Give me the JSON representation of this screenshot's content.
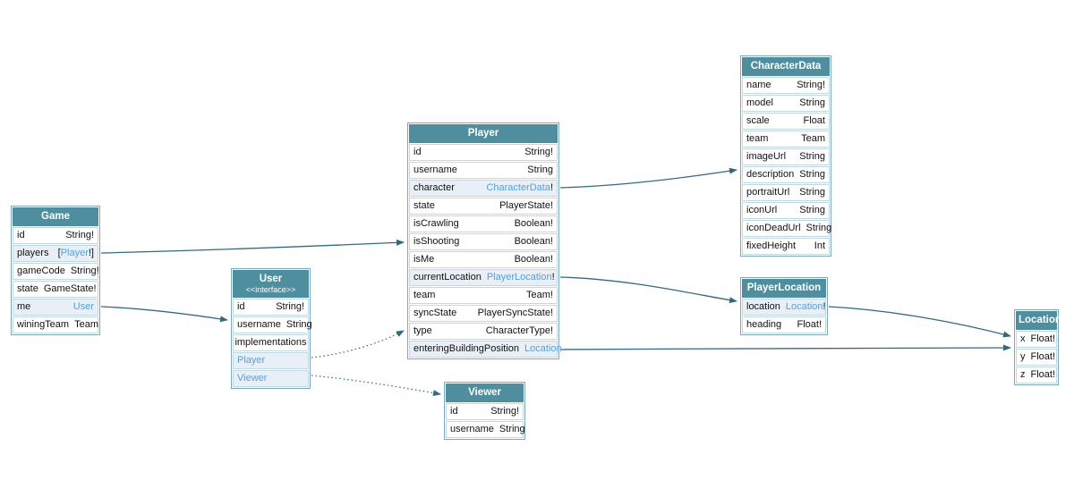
{
  "colors": {
    "header_bg": "#4e8e9e",
    "link_text": "#57a0d9",
    "edge": "#33697e",
    "highlight_row_bg": "#e8eff6"
  },
  "types": {
    "game": {
      "title": "Game",
      "rows": [
        {
          "name": "id",
          "type": "String!"
        },
        {
          "name": "players",
          "type_prefix": "[",
          "type_link": "Player",
          "type_suffix": "!]"
        },
        {
          "name": "gameCode",
          "type": "String!"
        },
        {
          "name": "state",
          "type": "GameState!"
        },
        {
          "name": "me",
          "type_link": "User"
        },
        {
          "name": "winingTeam",
          "type": "Team"
        }
      ]
    },
    "user": {
      "title": "User",
      "subtitle": "<<interface>>",
      "rows": [
        {
          "name": "id",
          "type": "String!"
        },
        {
          "name": "username",
          "type": "String"
        },
        {
          "section": "implementations"
        },
        {
          "link_row": "Player"
        },
        {
          "link_row": "Viewer"
        }
      ]
    },
    "player": {
      "title": "Player",
      "rows": [
        {
          "name": "id",
          "type": "String!"
        },
        {
          "name": "username",
          "type": "String"
        },
        {
          "name": "character",
          "type_link": "CharacterData",
          "type_suffix": "!"
        },
        {
          "name": "state",
          "type": "PlayerState!"
        },
        {
          "name": "isCrawling",
          "type": "Boolean!"
        },
        {
          "name": "isShooting",
          "type": "Boolean!"
        },
        {
          "name": "isMe",
          "type": "Boolean!"
        },
        {
          "name": "currentLocation",
          "type_link": "PlayerLocation",
          "type_suffix": "!"
        },
        {
          "name": "team",
          "type": "Team!"
        },
        {
          "name": "syncState",
          "type": "PlayerSyncState!"
        },
        {
          "name": "type",
          "type": "CharacterType!"
        },
        {
          "name": "enteringBuildingPosition",
          "type_link": "Location"
        }
      ]
    },
    "viewer": {
      "title": "Viewer",
      "rows": [
        {
          "name": "id",
          "type": "String!"
        },
        {
          "name": "username",
          "type": "String"
        }
      ]
    },
    "characterdata": {
      "title": "CharacterData",
      "rows": [
        {
          "name": "name",
          "type": "String!"
        },
        {
          "name": "model",
          "type": "String"
        },
        {
          "name": "scale",
          "type": "Float"
        },
        {
          "name": "team",
          "type": "Team"
        },
        {
          "name": "imageUrl",
          "type": "String"
        },
        {
          "name": "description",
          "type": "String"
        },
        {
          "name": "portraitUrl",
          "type": "String"
        },
        {
          "name": "iconUrl",
          "type": "String"
        },
        {
          "name": "iconDeadUrl",
          "type": "String"
        },
        {
          "name": "fixedHeight",
          "type": "Int"
        }
      ]
    },
    "playerlocation": {
      "title": "PlayerLocation",
      "rows": [
        {
          "name": "location",
          "type_link": "Location",
          "type_suffix": "!"
        },
        {
          "name": "heading",
          "type": "Float!"
        }
      ]
    },
    "location": {
      "title": "Location",
      "rows": [
        {
          "name": "x",
          "type": "Float!"
        },
        {
          "name": "y",
          "type": "Float!"
        },
        {
          "name": "z",
          "type": "Float!"
        }
      ]
    }
  },
  "edges": [
    {
      "from": "Game.players",
      "to": "Player",
      "style": "solid"
    },
    {
      "from": "Game.me",
      "to": "User",
      "style": "solid"
    },
    {
      "from": "Player.character",
      "to": "CharacterData",
      "style": "solid"
    },
    {
      "from": "Player.currentLocation",
      "to": "PlayerLocation",
      "style": "solid"
    },
    {
      "from": "Player.enteringBuildingPosition",
      "to": "Location",
      "style": "solid"
    },
    {
      "from": "PlayerLocation.location",
      "to": "Location",
      "style": "solid"
    },
    {
      "from": "User.Player",
      "to": "Player",
      "style": "dotted"
    },
    {
      "from": "User.Viewer",
      "to": "Viewer",
      "style": "dotted"
    }
  ]
}
